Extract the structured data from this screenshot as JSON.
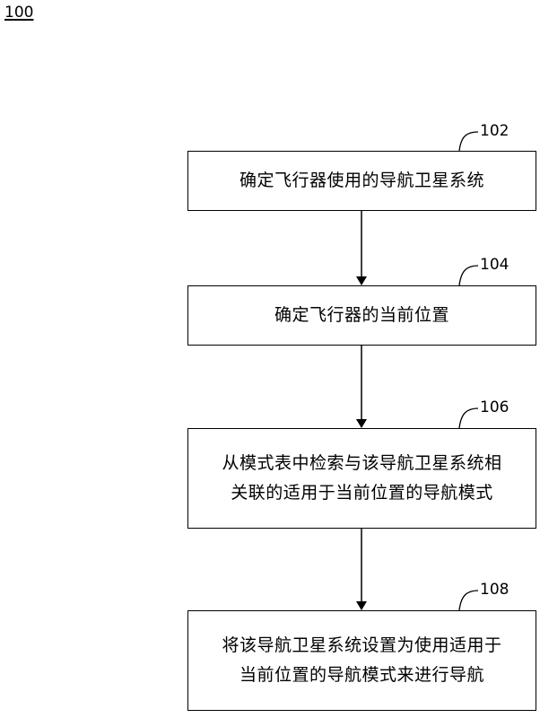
{
  "figure_number": "100",
  "steps": [
    {
      "ref": "102",
      "lines": [
        "确定飞行器使用的导航卫星系统"
      ]
    },
    {
      "ref": "104",
      "lines": [
        "确定飞行器的当前位置"
      ]
    },
    {
      "ref": "106",
      "lines": [
        "从模式表中检索与该导航卫星系统相",
        "关联的适用于当前位置的导航模式"
      ]
    },
    {
      "ref": "108",
      "lines": [
        "将该导航卫星系统设置为使用适用于",
        "当前位置的导航模式来进行导航"
      ]
    }
  ]
}
